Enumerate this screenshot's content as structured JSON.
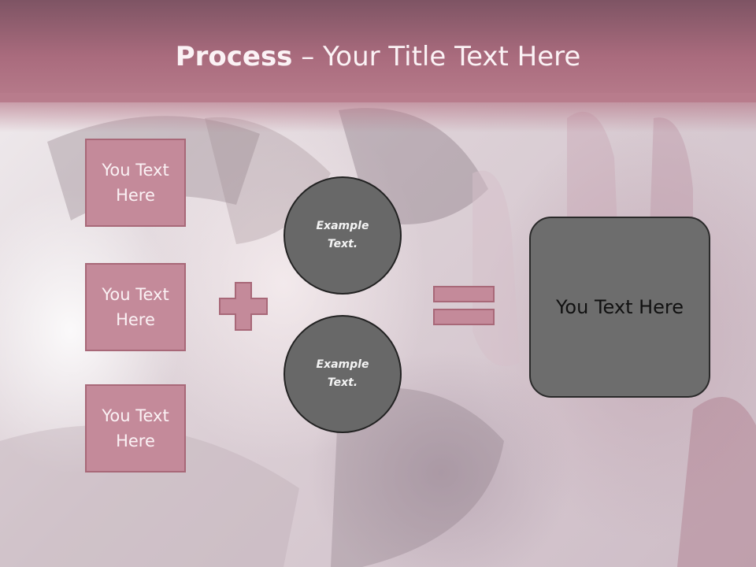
{
  "title": {
    "bold": "Process",
    "rest": " – Your Title Text Here"
  },
  "left_boxes": [
    {
      "line1": "You Text",
      "line2": "Here"
    },
    {
      "line1": "You Text",
      "line2": "Here"
    },
    {
      "line1": "You Text",
      "line2": "Here"
    }
  ],
  "circles": [
    {
      "line1": "Example",
      "line2": "Text."
    },
    {
      "line1": "Example",
      "line2": "Text."
    }
  ],
  "result": {
    "label": "You Text Here"
  },
  "colors": {
    "header": "#a96b7d",
    "box_fill": "#c48a9a",
    "box_border": "#a86878",
    "circle_fill": "#686868",
    "result_fill": "#6d6d6d"
  }
}
